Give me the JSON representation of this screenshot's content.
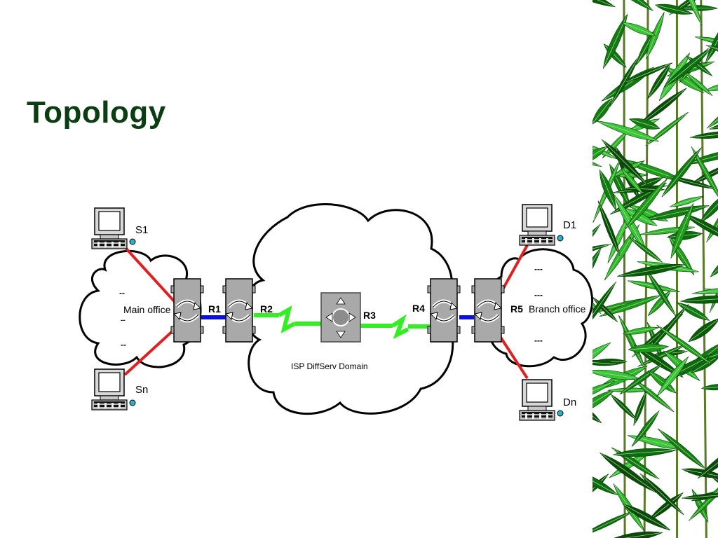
{
  "slide": {
    "title": "Topology",
    "accent_color": "#0b3d12",
    "decoration_icon": "bamboo-leaves"
  },
  "diagram": {
    "clouds": {
      "main_office": "Main office",
      "isp": "ISP DiffServ Domain",
      "branch_office": "Branch office"
    },
    "hosts": {
      "s1": "S1",
      "sn": "Sn",
      "d1": "D1",
      "dn": "Dn"
    },
    "routers": {
      "r1": "R1",
      "r2": "R2",
      "r3": "R3",
      "r4": "R4",
      "r5": "R5"
    },
    "ellipses": {
      "main_1": "--",
      "main_2": "--",
      "main_3": "--",
      "branch_1": "---",
      "branch_2": "---",
      "branch_3": "---"
    },
    "link_colors": {
      "host_link": "#e02020",
      "lan_link": "#1010d0",
      "wan_link": "#33ee22"
    },
    "icons": {
      "host": "computer-icon",
      "edge_router": "switch-router-icon",
      "core_router": "core-router-icon",
      "wan": "lightning-icon"
    }
  }
}
